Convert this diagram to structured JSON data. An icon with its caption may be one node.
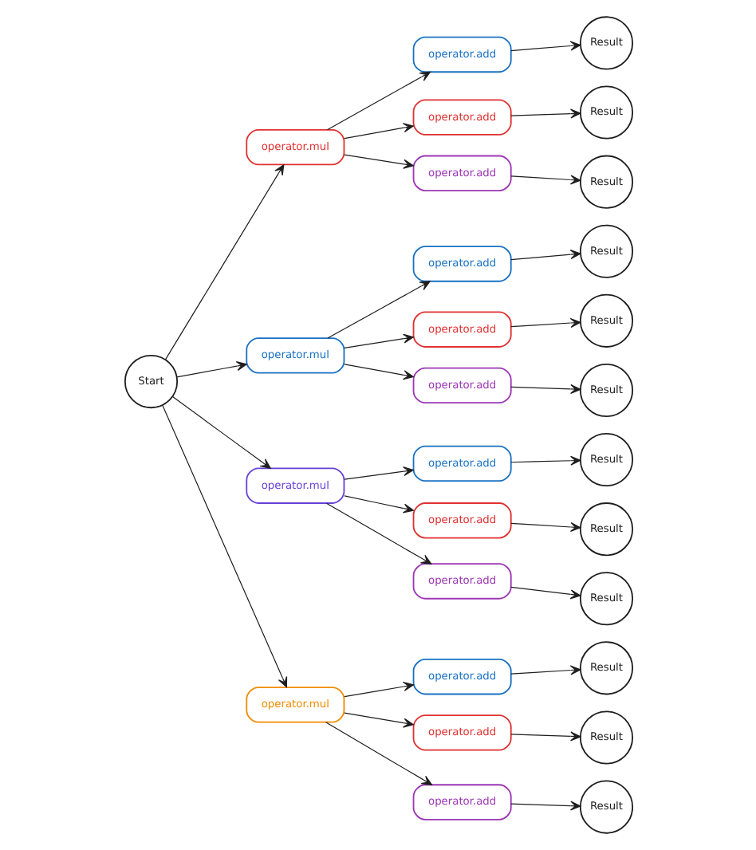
{
  "diagram": {
    "nodes": [
      {
        "text": [
          "Start"
        ]
      },
      {
        "text": [
          "operator.mul"
        ]
      },
      {
        "text": [
          "operator.mul"
        ]
      },
      {
        "text": [
          "operator.mul"
        ]
      },
      {
        "text": [
          "operator.mul"
        ]
      },
      {
        "text": [
          "operator.add"
        ]
      },
      {
        "text": [
          "operator.add"
        ]
      },
      {
        "text": [
          "operator.add"
        ]
      },
      {
        "text": [
          "operator.add"
        ]
      },
      {
        "text": [
          "operator.add"
        ]
      },
      {
        "text": [
          "operator.add"
        ]
      },
      {
        "text": [
          "operator.add"
        ]
      },
      {
        "text": [
          "operator.add"
        ]
      },
      {
        "text": [
          "operator.add"
        ]
      },
      {
        "text": [
          "operator.add"
        ]
      },
      {
        "text": [
          "operator.add"
        ]
      },
      {
        "text": [
          "operator.add"
        ]
      },
      {
        "text": [
          "Result"
        ]
      },
      {
        "text": [
          "Result"
        ]
      },
      {
        "text": [
          "Result"
        ]
      },
      {
        "text": [
          "Result"
        ]
      },
      {
        "text": [
          "Result"
        ]
      },
      {
        "text": [
          "Result"
        ]
      },
      {
        "text": [
          "Result"
        ]
      },
      {
        "text": [
          "Result"
        ]
      },
      {
        "text": [
          "Result"
        ]
      },
      {
        "text": [
          "Result"
        ]
      },
      {
        "text": [
          "Result"
        ]
      },
      {
        "text": [
          "Result"
        ]
      }
    ],
    "edges": [
      {
        "from": 0,
        "to": 1,
        "arrow": "to"
      },
      {
        "from": 0,
        "to": 2,
        "arrow": "to"
      },
      {
        "from": 0,
        "to": 3,
        "arrow": "to"
      },
      {
        "from": 0,
        "to": 4,
        "arrow": "to"
      },
      {
        "from": 1,
        "to": 5,
        "arrow": "to"
      },
      {
        "from": 1,
        "to": 6,
        "arrow": "to"
      },
      {
        "from": 1,
        "to": 7,
        "arrow": "to"
      },
      {
        "from": 2,
        "to": 8,
        "arrow": "to"
      },
      {
        "from": 2,
        "to": 9,
        "arrow": "to"
      },
      {
        "from": 2,
        "to": 10,
        "arrow": "to"
      },
      {
        "from": 3,
        "to": 11,
        "arrow": "to"
      },
      {
        "from": 3,
        "to": 12,
        "arrow": "to"
      },
      {
        "from": 3,
        "to": 13,
        "arrow": "to"
      },
      {
        "from": 4,
        "to": 14,
        "arrow": "to"
      },
      {
        "from": 4,
        "to": 15,
        "arrow": "to"
      },
      {
        "from": 4,
        "to": 16,
        "arrow": "to"
      },
      {
        "from": 5,
        "to": 17,
        "arrow": "to"
      },
      {
        "from": 6,
        "to": 18,
        "arrow": "to"
      },
      {
        "from": 7,
        "to": 19,
        "arrow": "to"
      },
      {
        "from": 8,
        "to": 20,
        "arrow": "to"
      },
      {
        "from": 9,
        "to": 21,
        "arrow": "to"
      },
      {
        "from": 10,
        "to": 22,
        "arrow": "to"
      },
      {
        "from": 11,
        "to": 23,
        "arrow": "to"
      },
      {
        "from": 12,
        "to": 24,
        "arrow": "to"
      },
      {
        "from": 13,
        "to": 25,
        "arrow": "to"
      },
      {
        "from": 14,
        "to": 26,
        "arrow": "to"
      },
      {
        "from": 15,
        "to": 27,
        "arrow": "to"
      },
      {
        "from": 16,
        "to": 28,
        "arrow": "to"
      }
    ]
  }
}
